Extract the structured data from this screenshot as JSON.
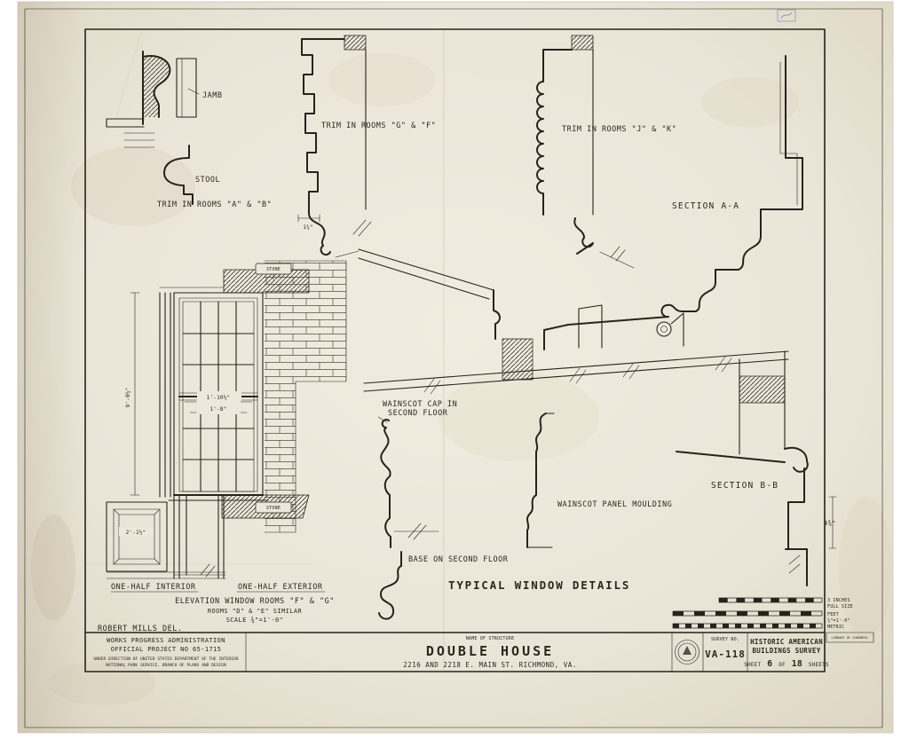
{
  "labels": {
    "jamb": "JAMB",
    "stool": "STOOL",
    "trim_ab": "TRIM IN ROOMS \"A\" & \"B\"",
    "trim_gf": "TRIM IN ROOMS \"G\" & \"F\"",
    "trim_jk": "TRIM IN ROOMS \"J\" & \"K\"",
    "section_aa": "SECTION A-A",
    "section_bb": "SECTION B-B",
    "wainscot_cap_line1": "WAINSCOT CAP IN",
    "wainscot_cap_line2": "SECOND FLOOR",
    "wainscot_panel": "WAINSCOT PANEL MOULDING",
    "base_second_floor": "BASE ON SECOND FLOOR",
    "main_title": "TYPICAL WINDOW DETAILS",
    "one_half_interior": "ONE-HALF INTERIOR",
    "one_half_exterior": "ONE-HALF EXTERIOR",
    "elevation_line1": "ELEVATION WINDOW ROOMS \"F\" & \"G\"",
    "elevation_line2": "ROOMS \"D\" & \"E\" SIMILAR",
    "elevation_scale": "SCALE ¾\"=1'-0\"",
    "delineator": "ROBERT MILLS DEL.",
    "stone_top": "STONE",
    "stone_bottom": "STONE"
  },
  "dimensions": {
    "window_width_outer": "1'-10½\"",
    "window_width_inner": "1'-8\"",
    "window_height": "9'-0¼\"",
    "panel_height": "2'-1½\"",
    "trim_width": "1¾\"",
    "section_bb_height": "4⅜\""
  },
  "scale_bars": {
    "full_size_line1": "3 INCHES",
    "full_size_line2": "FULL SIZE",
    "feet_label": "FEET",
    "feet_scale": "¾\"=1'-0\"",
    "metric_label": "METRIC"
  },
  "title_block": {
    "wpa_line1": "WORKS PROGRESS ADMINISTRATION",
    "wpa_line2": "OFFICIAL PROJECT NO 65-1715",
    "wpa_line3": "UNDER DIRECTION OF UNITED STATES DEPARTMENT OF THE INTERIOR",
    "wpa_line4": "NATIONAL PARK SERVICE, BRANCH OF PLANS AND DESIGN",
    "name_of_structure_label": "NAME OF STRUCTURE",
    "structure_name": "DOUBLE HOUSE",
    "structure_address": "2216 AND 2218 E. MAIN ST. RICHMOND, VA.",
    "survey_label": "SURVEY NO.",
    "survey_number": "VA-118",
    "habs_line1": "HISTORIC AMERICAN",
    "habs_line2": "BUILDINGS SURVEY",
    "sheet_pre": "SHEET",
    "sheet_num": "6",
    "sheet_mid": "OF",
    "sheet_total": "18",
    "sheet_post": "SHEETS",
    "loc_label": "LIBRARY OF CONGRESS"
  },
  "colors": {
    "paper": "#eae5d7",
    "ink": "#26231d"
  }
}
